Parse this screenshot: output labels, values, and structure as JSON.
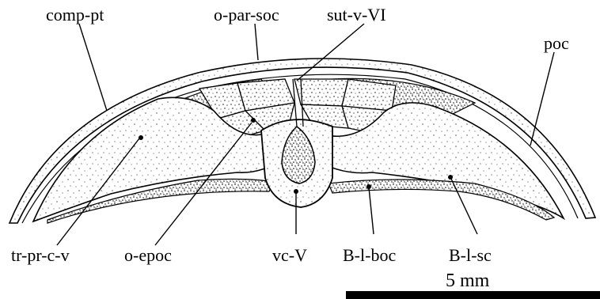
{
  "labels": {
    "comp_pt": "comp-pt",
    "o_par_soc": "o-par-soc",
    "sut_v_VI": "sut-v-VI",
    "poc": "poc",
    "tr_pr_c_v": "tr-pr-c-v",
    "o_epoc": "o-epoc",
    "vc_V": "vc-V",
    "B_l_boc": "B-l-boc",
    "B_l_sc": "B-l-sc"
  },
  "scale_bar": {
    "label": "5 mm",
    "length_mm": 5
  }
}
